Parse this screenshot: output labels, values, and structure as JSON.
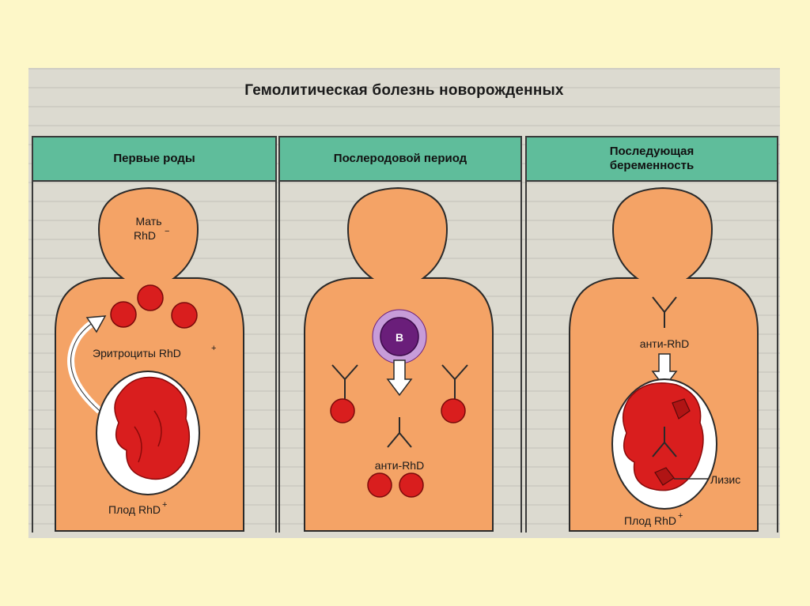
{
  "title": "Гемолитическая болезнь новорожденных",
  "panels": [
    {
      "header": "Первые роды",
      "mother_label_line1": "Мать",
      "mother_label_line2": "RhD",
      "mother_label_sup": "−",
      "erythrocytes_label": "Эритроциты RhD",
      "erythrocytes_sup": "+",
      "fetus_label": "Плод RhD",
      "fetus_sup": "+"
    },
    {
      "header": "Послеродовой период",
      "bcell_label": "B",
      "antibody_label": "анти-RhD"
    },
    {
      "header": "Последующая\nбеременность",
      "antibody_label": "анти-RhD",
      "lysis_label": "Лизис",
      "fetus_label": "Плод RhD",
      "fetus_sup": "+"
    }
  ],
  "colors": {
    "background": "#fdf7c8",
    "header": "#5fbd9b",
    "body": "#f4a366",
    "cell": "#d91e1e",
    "bcell": "#6a1e7a"
  }
}
